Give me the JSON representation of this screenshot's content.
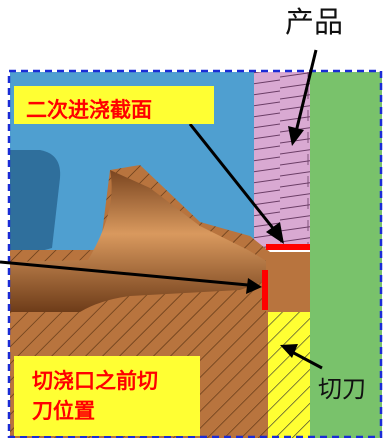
{
  "labels": {
    "product": "产品",
    "secondary_gate_section": "二次进浇截面",
    "gate_cut_position_line1": "切浇口之前切",
    "gate_cut_position_line2": "刀位置",
    "cutter": "切刀"
  },
  "colors": {
    "mold_blue": "#4f9fd0",
    "product_pink": "#d9a9d2",
    "green_part": "#79c26b",
    "runner_brown": "#b8743e",
    "cutter_yellow": "#ffff33",
    "marker_red": "#ff0000",
    "callout_yellow": "#ffff33",
    "frame_blue": "#1a2bd6"
  }
}
